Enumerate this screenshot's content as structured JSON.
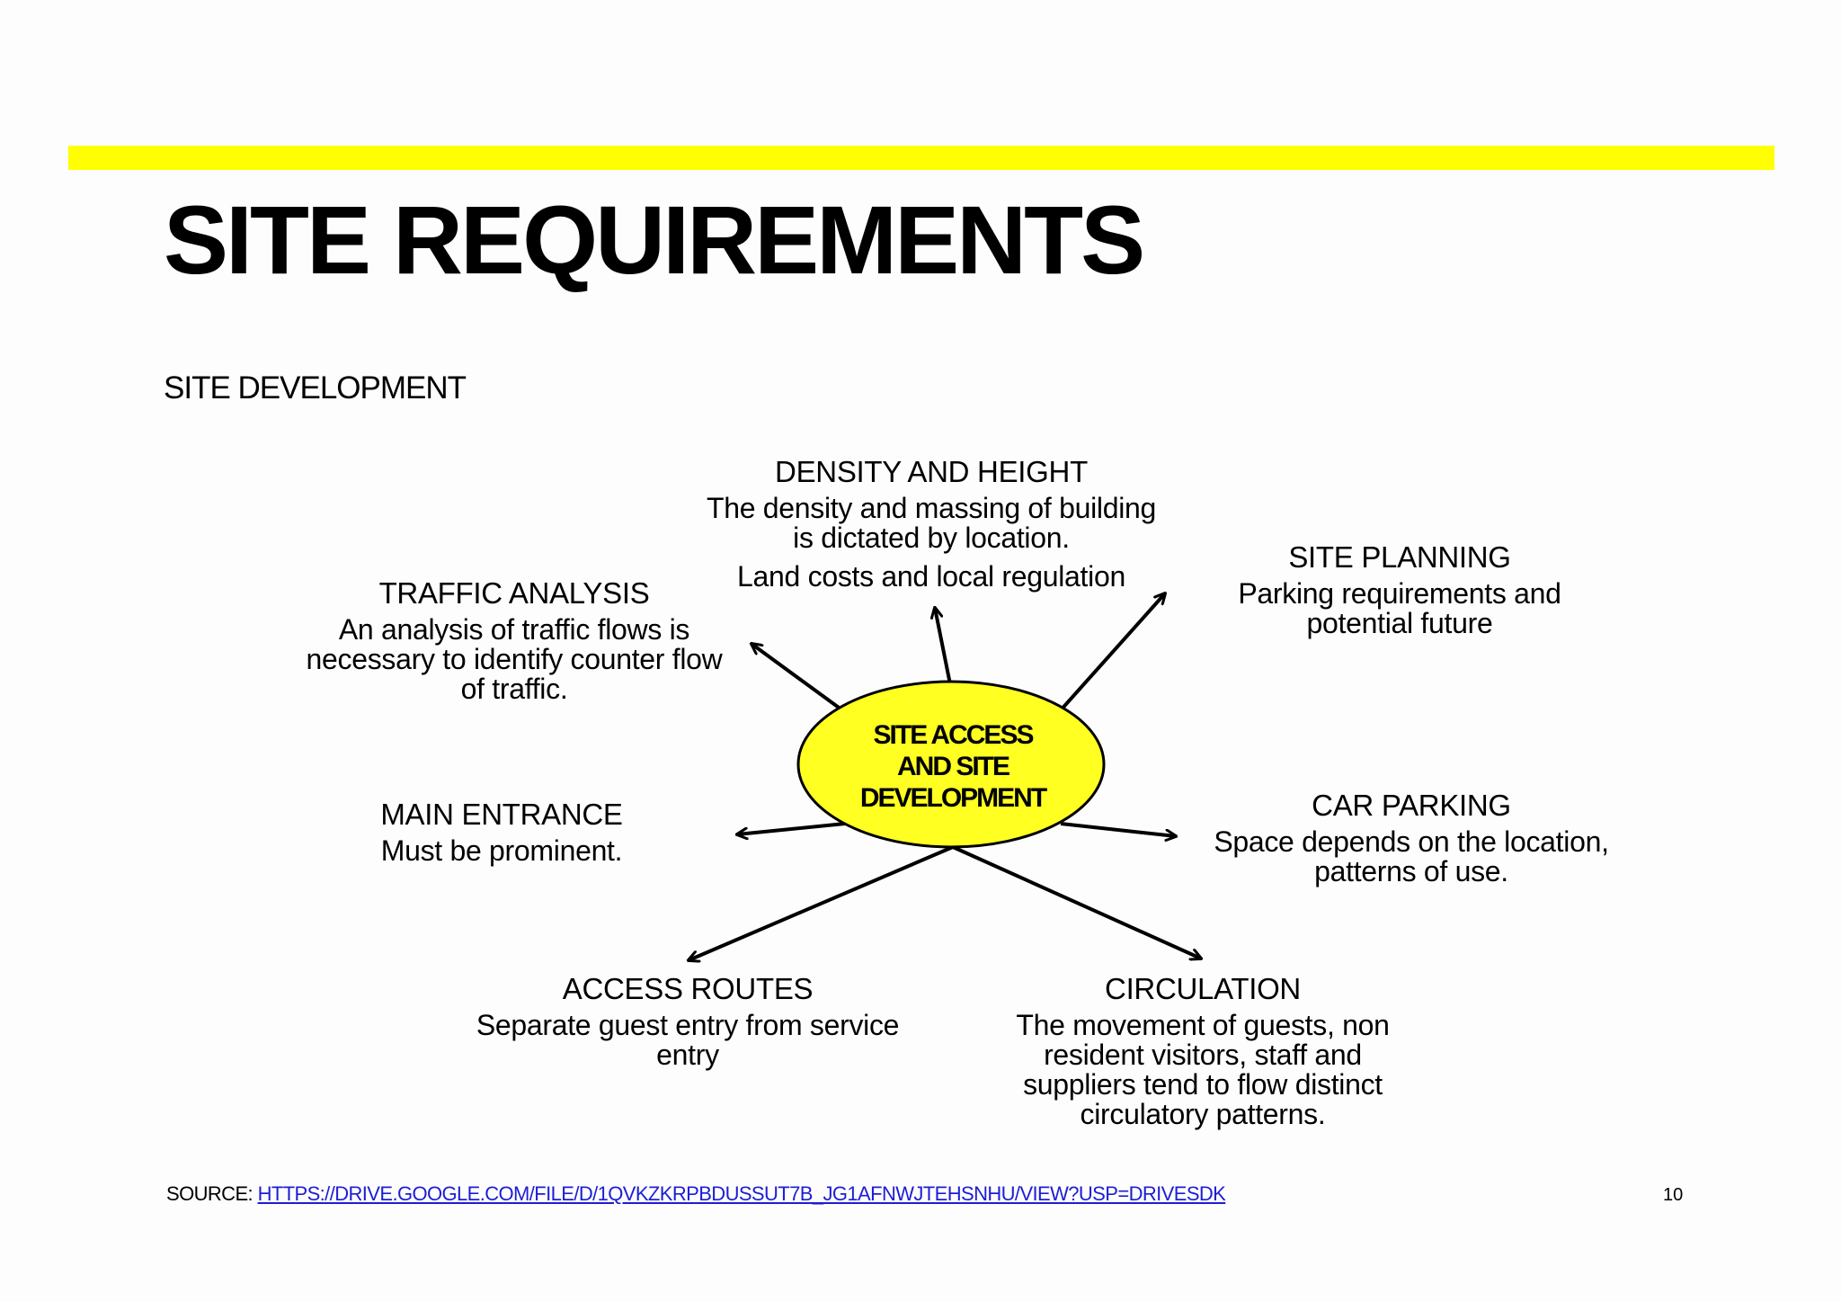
{
  "slide": {
    "title": "SITE REQUIREMENTS",
    "section": "SITE DEVELOPMENT",
    "page_number": "10"
  },
  "colors": {
    "accent_bar": "#ffff00",
    "center_fill": "#ffff22",
    "link": "#1d1dd6"
  },
  "diagram": {
    "center": {
      "line1": "SITE ACCESS",
      "line2": "AND SITE",
      "line3": "DEVELOPMENT"
    },
    "density": {
      "title": "DENSITY AND HEIGHT",
      "desc_line1": "The density and massing of building",
      "desc_line2": "is dictated by location.",
      "extra": "Land costs and local regulation"
    },
    "traffic": {
      "title": "TRAFFIC ANALYSIS",
      "desc_line1": "An analysis of traffic flows is",
      "desc_line2": "necessary to identify counter flow",
      "desc_line3": "of traffic."
    },
    "planning": {
      "title": "SITE PLANNING",
      "desc_line1": "Parking requirements and",
      "desc_line2": "potential future"
    },
    "entrance": {
      "title": "MAIN ENTRANCE",
      "desc_line1": "Must be prominent."
    },
    "parking": {
      "title": "CAR PARKING",
      "desc_line1": "Space depends on the location,",
      "desc_line2": "patterns of use."
    },
    "access": {
      "title": "ACCESS ROUTES",
      "desc_line1": "Separate guest entry from service",
      "desc_line2": "entry"
    },
    "circulation": {
      "title": "CIRCULATION",
      "desc_line1": "The movement of guests, non",
      "desc_line2": "resident visitors, staff and",
      "desc_line3": "suppliers tend to flow distinct",
      "desc_line4": "circulatory patterns."
    }
  },
  "footer": {
    "source_label": "SOURCE:",
    "source_link": "HTTPS://DRIVE.GOOGLE.COM/FILE/D/1QVKZKRPBDUSSUT7B_JG1AFNWJTEHSNHU/VIEW?USP=DRIVESDK"
  }
}
